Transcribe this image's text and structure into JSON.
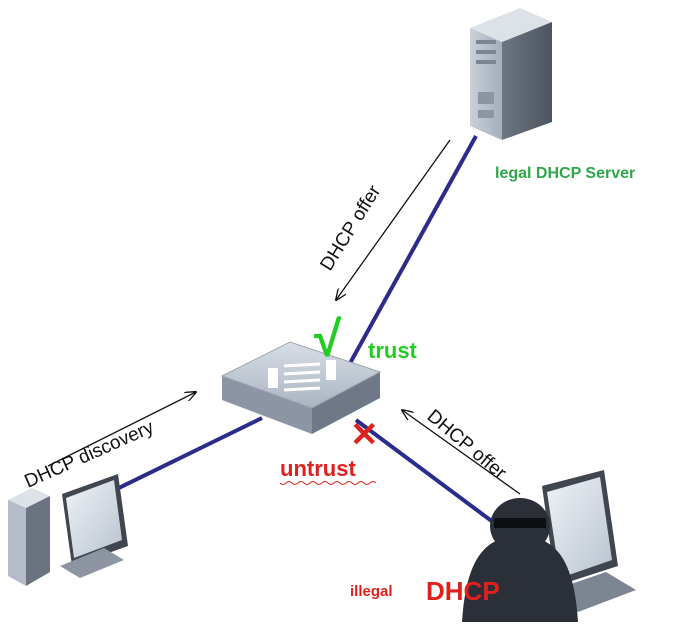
{
  "labels": {
    "server": "legal DHCP Server",
    "trust": "trust",
    "untrust": "untrust",
    "illegal_small": "illegal",
    "illegal_big": "DHCP",
    "offer_top": "DHCP offer",
    "offer_right": "DHCP offer",
    "discovery": "DHCP discovery"
  },
  "symbols": {
    "check": "√",
    "cross": "✕"
  },
  "colors": {
    "link": "#2b2b8c",
    "server_label": "#2fa84a",
    "trust": "#22cc22",
    "untrust": "#e0201c",
    "illegal": "#e0201c",
    "cross": "#e0201c"
  }
}
